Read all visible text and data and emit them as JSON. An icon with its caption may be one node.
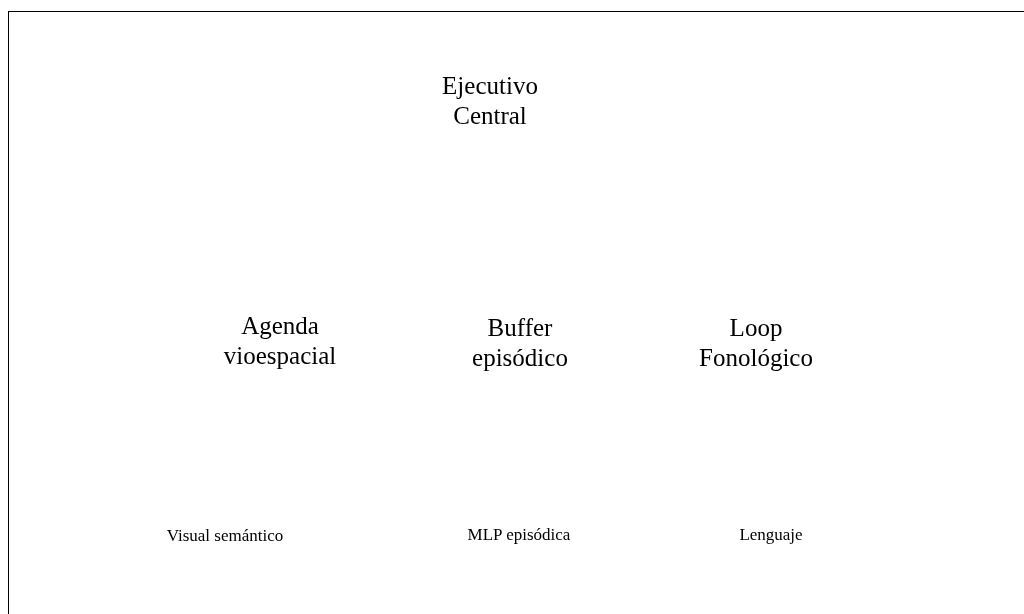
{
  "diagram": {
    "labels": [
      "Ejecutivo Central",
      "Agenda vioespacial",
      "Buffer episódico",
      "Loop Fonológico",
      "Visual semántico",
      "MLP episódica",
      "Lenguaje"
    ]
  }
}
